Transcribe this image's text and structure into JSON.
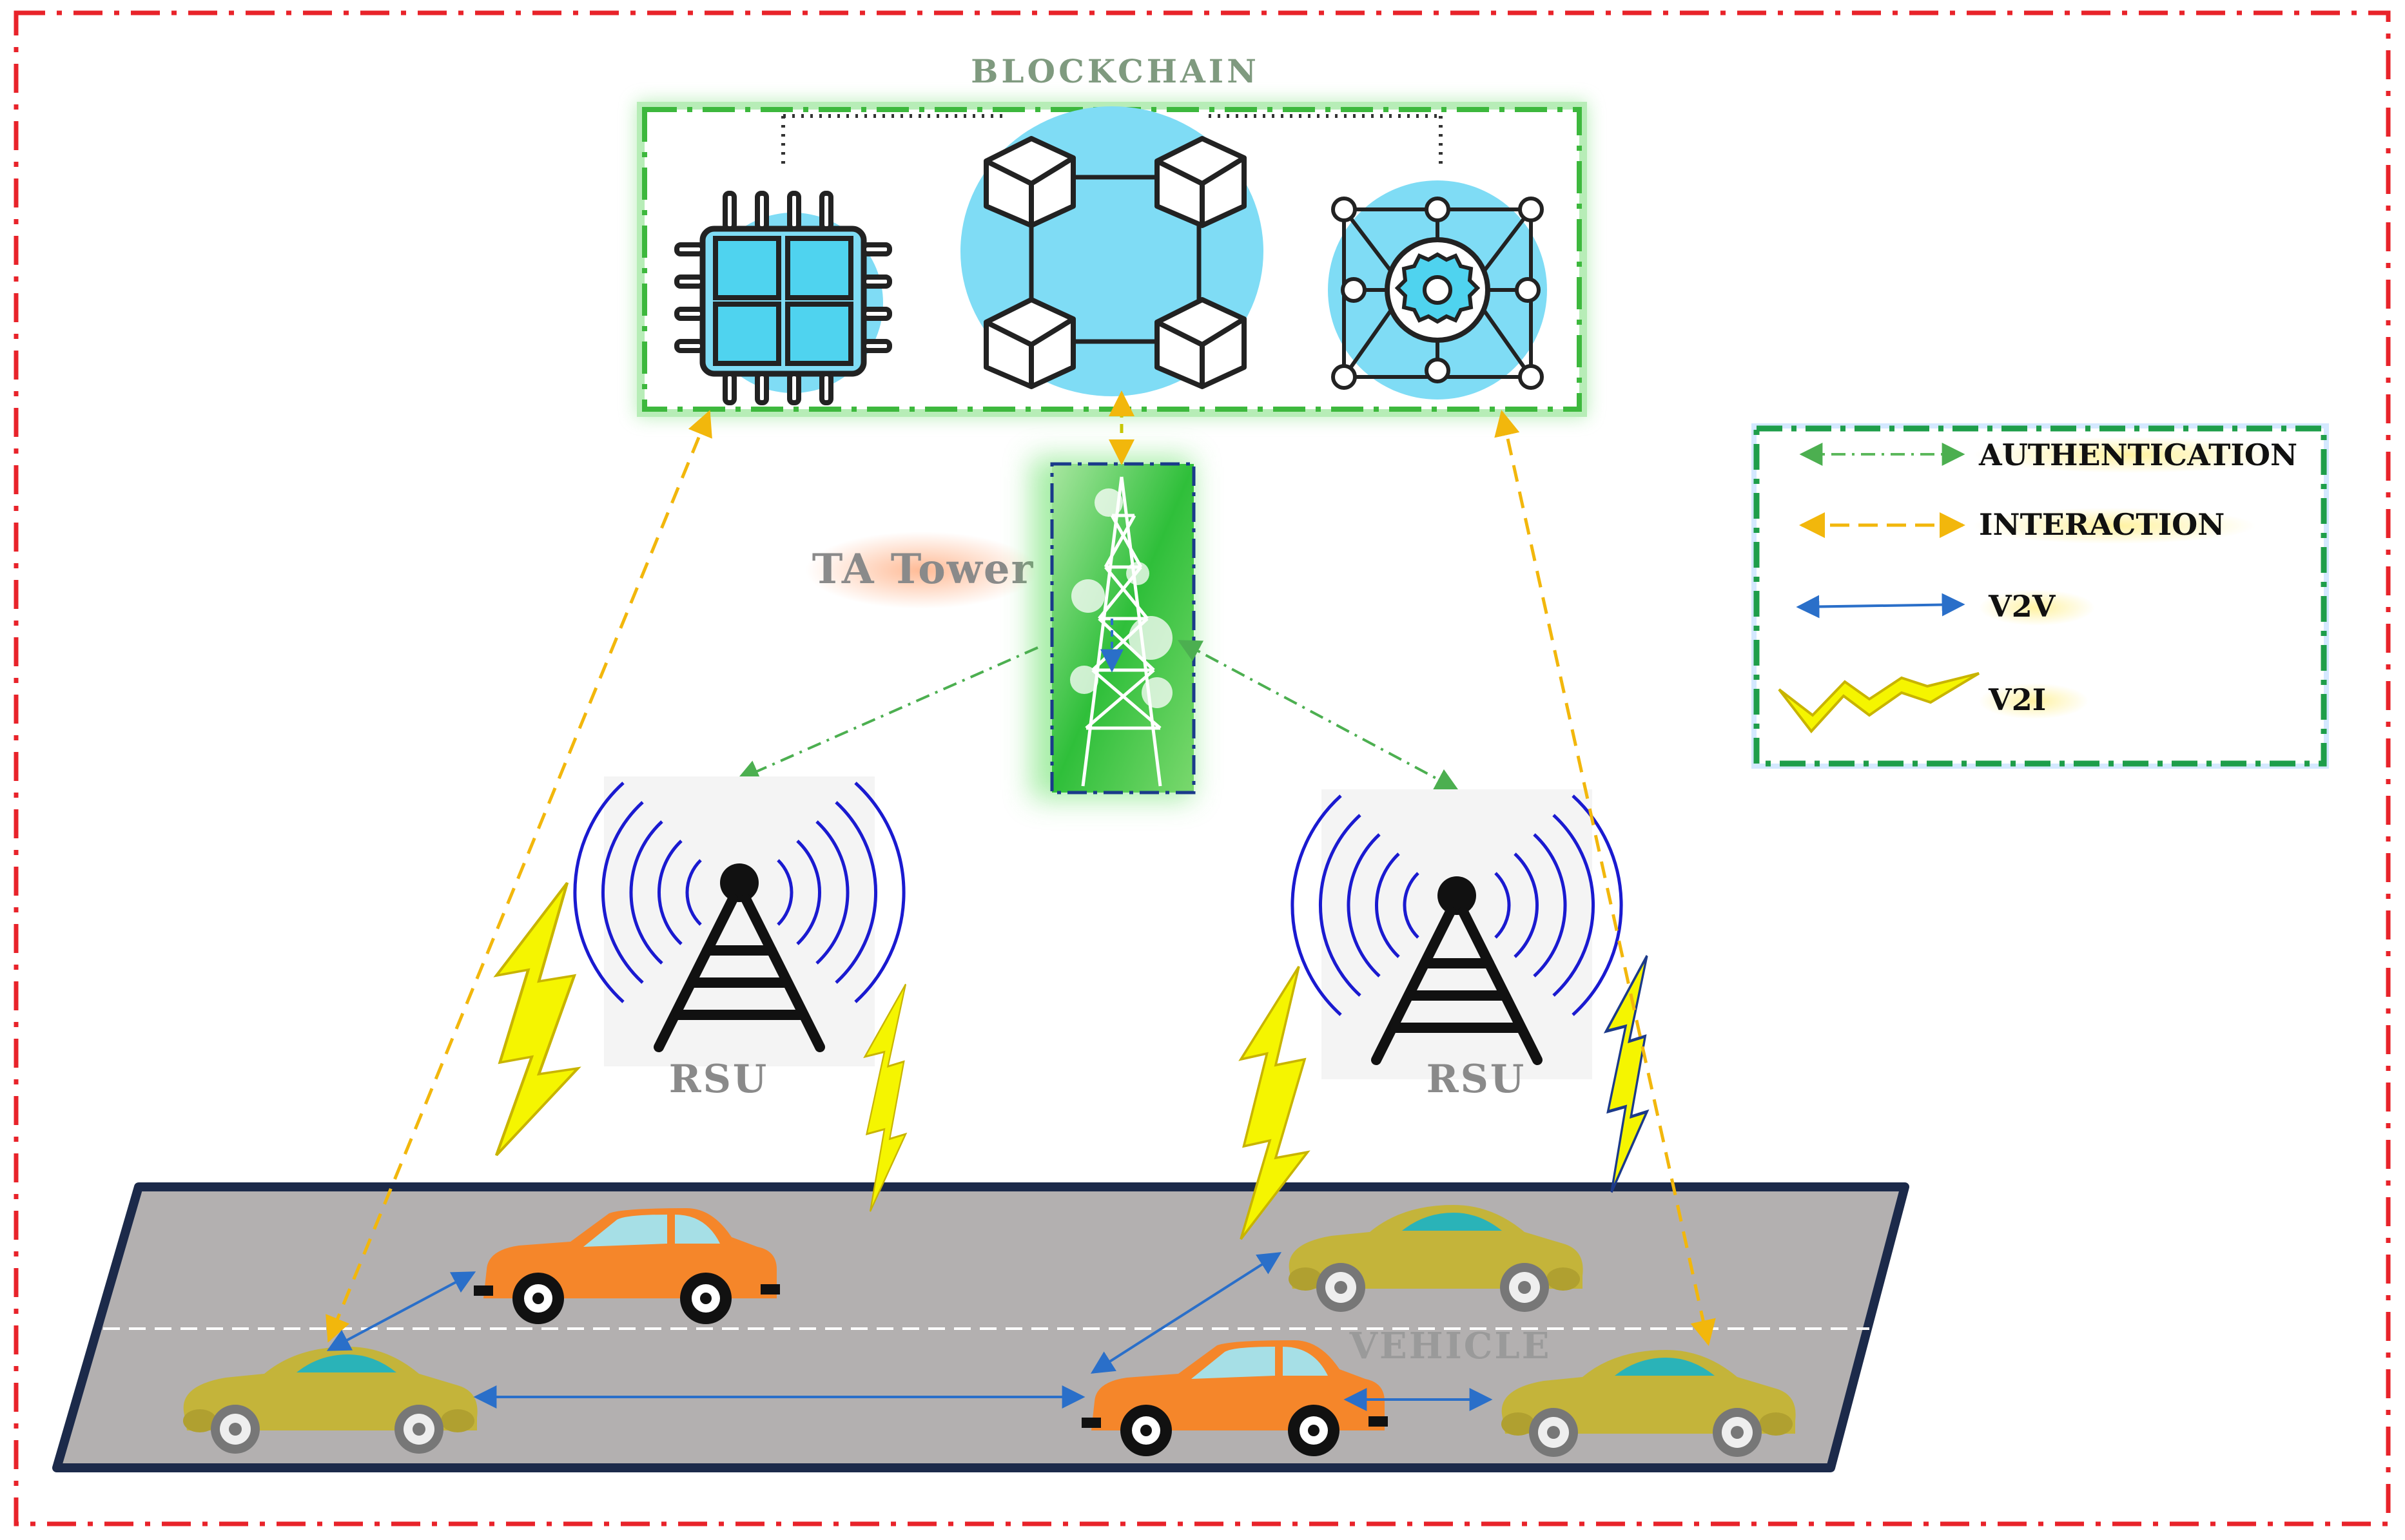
{
  "labels": {
    "blockchain": "BLOCKCHAIN",
    "ta_tower": "TA Tower",
    "rsu_left": "RSU",
    "rsu_right": "RSU",
    "vehicle": "VEHICLE"
  },
  "legend": {
    "items": [
      {
        "label": "AUTHENTICATION",
        "style": "dash-dot-arrow",
        "color": "#5cb85c"
      },
      {
        "label": "INTERACTION",
        "style": "dashed-arrow",
        "color": "#f2b70c"
      },
      {
        "label": "V2V",
        "style": "solid-arrow",
        "color": "#2a6fc9"
      },
      {
        "label": "V2I",
        "style": "lightning",
        "color": "#f5f500"
      }
    ]
  },
  "icons": {
    "blockchain_nodes": [
      "processor-chip-icon",
      "blockchain-network-icon",
      "gear-network-icon"
    ],
    "tower": "transmission-tower-icon",
    "rsu": "rsu-antenna-icon",
    "cars": [
      "orange-sedan-icon",
      "olive-beetle-icon"
    ]
  },
  "colors": {
    "frame": "#e8232a",
    "blockchain_border": "#3db83d",
    "legend_border": "#1e9e4a",
    "node_fill": "#7fdcf5",
    "road": "#b3b0b0",
    "road_border": "#1c2a4a",
    "authentication": "#5cb85c",
    "interaction": "#f2b70c",
    "v2v": "#2a6fc9",
    "v2i": "#f5f500",
    "car_orange": "#f5862a",
    "car_olive": "#c4b43a"
  }
}
